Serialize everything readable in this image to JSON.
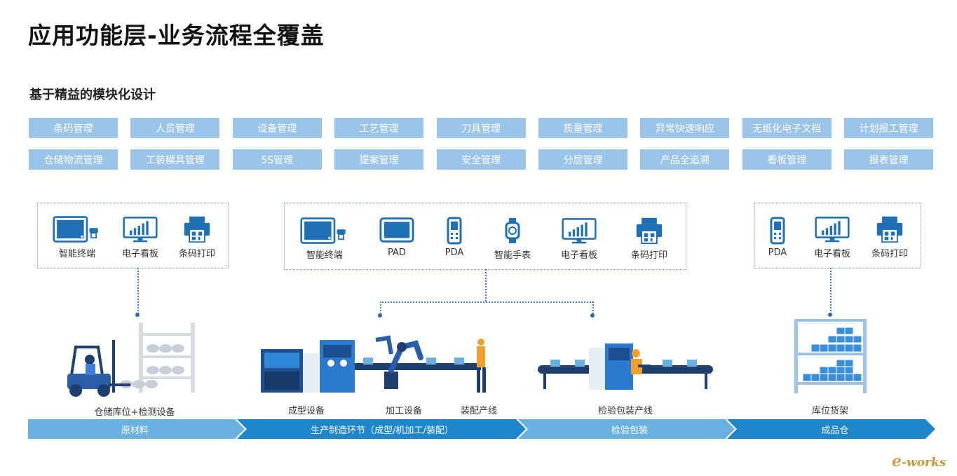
{
  "title": "应用功能层-业务流程全覆盖",
  "subtitle": "基于精益的模块化设计",
  "modules": [
    "条码管理",
    "人员管理",
    "设备管理",
    "工艺管理",
    "刀具管理",
    "质量管理",
    "异常快速响应",
    "无纸化电子文档",
    "计划报工管理",
    "仓储物流管理",
    "工装模具管理",
    "5S管理",
    "提案管理",
    "安全管理",
    "分层管理",
    "产品全追溯",
    "看板管理",
    "报表管理"
  ],
  "device_groups": [
    {
      "name": "group-left",
      "devices": [
        {
          "icon": "smart-terminal-icon",
          "label": "智能终端"
        },
        {
          "icon": "electronic-board-icon",
          "label": "电子看板"
        },
        {
          "icon": "barcode-printer-icon",
          "label": "条码打印"
        }
      ]
    },
    {
      "name": "group-middle",
      "devices": [
        {
          "icon": "smart-terminal-icon",
          "label": "智能终端"
        },
        {
          "icon": "pad-icon",
          "label": "PAD"
        },
        {
          "icon": "pda-icon",
          "label": "PDA"
        },
        {
          "icon": "smart-watch-icon",
          "label": "智能手表"
        },
        {
          "icon": "electronic-board-icon",
          "label": "电子看板"
        },
        {
          "icon": "barcode-printer-icon",
          "label": "条码打印"
        }
      ]
    },
    {
      "name": "group-right",
      "devices": [
        {
          "icon": "pda-icon",
          "label": "PDA"
        },
        {
          "icon": "electronic-board-icon",
          "label": "电子看板"
        },
        {
          "icon": "barcode-printer-icon",
          "label": "条码打印"
        }
      ]
    }
  ],
  "scene_labels": {
    "warehouse": "仓储库位+检测设备",
    "forming": "成型设备",
    "machining": "加工设备",
    "assembly": "装配产线",
    "inspection": "检验包装产线",
    "shelf": "库位货架"
  },
  "stages": [
    "原材料",
    "生产制造环节（成型/机加工/装配）",
    "检验包装",
    "成品仓"
  ],
  "colors": {
    "module_bg": "#9ac4e8",
    "stage_light": "#6ab0e0",
    "stage_dark": "#1f86cc",
    "icon_blue": "#1f6fb5"
  },
  "logo": {
    "e": "e",
    "text": "-works"
  }
}
